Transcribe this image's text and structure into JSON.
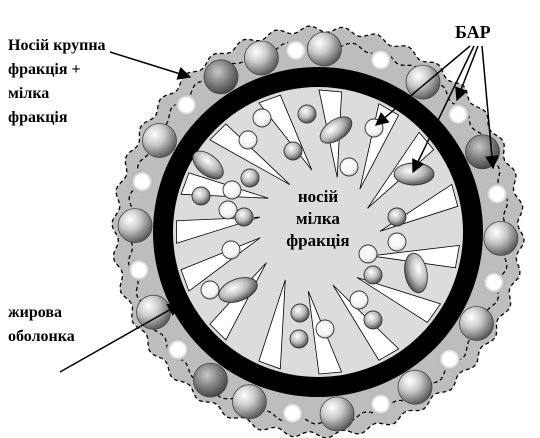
{
  "labels": {
    "carrier_coarse_line1": "Носій крупна",
    "carrier_coarse_line2": "фракція +",
    "carrier_coarse_line3": "мілка",
    "carrier_coarse_line4": "фракція",
    "bar": "БАР",
    "core_line1": "носій",
    "core_line2": "мілка",
    "core_line3": "фракція",
    "fat_line1": "жирова",
    "fat_line2": "оболонка"
  },
  "colors": {
    "outer_layer": "#bdbdbd",
    "fat_shell": "#000000",
    "core": "#dcdcdc",
    "particle_dark": "#555555",
    "particle_light": "#ffffff"
  }
}
